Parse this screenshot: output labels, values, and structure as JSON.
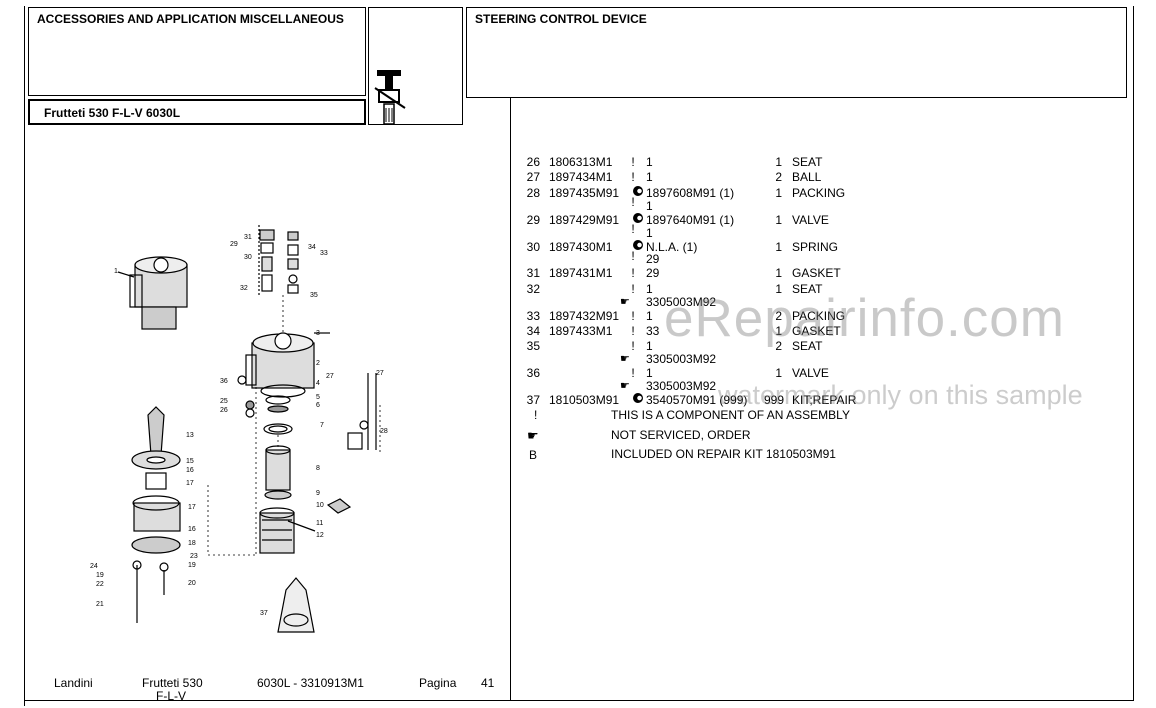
{
  "header": {
    "left_title": "ACCESSORIES AND APPLICATION MISCELLANEOUS",
    "right_title": "STEERING CONTROL DEVICE",
    "model": "Frutteti 530 F-L-V 6030L"
  },
  "parts": [
    {
      "num": "26",
      "part": "1806313M1",
      "mark": "!",
      "ref": "1",
      "qty": "1",
      "desc": "SEAT"
    },
    {
      "num": "27",
      "part": "1897434M1",
      "mark": "!",
      "ref": "1",
      "qty": "2",
      "desc": "BALL"
    },
    {
      "num": "28",
      "part": "1897435M91",
      "mark": "circle",
      "ref": "1897608M91  (1)",
      "qty": "1",
      "desc": "PACKING"
    },
    {
      "num": "29",
      "part": "1897429M91",
      "mark": "circle",
      "ref": "1897640M91  (1)",
      "qty": "1",
      "desc": "VALVE"
    },
    {
      "num": "30",
      "part": "1897430M1",
      "mark": "circle",
      "ref": "N.L.A.  (1)",
      "qty": "1",
      "desc": "SPRING"
    },
    {
      "num": "31",
      "part": "1897431M1",
      "mark": "!",
      "ref": "29",
      "qty": "1",
      "desc": "GASKET"
    },
    {
      "num": "32",
      "part": "",
      "mark": "!",
      "ref": "1",
      "qty": "1",
      "desc": "SEAT"
    },
    {
      "num": "33",
      "part": "1897432M91",
      "mark": "!",
      "ref": "1",
      "qty": "2",
      "desc": "PACKING"
    },
    {
      "num": "34",
      "part": "1897433M1",
      "mark": "!",
      "ref": "33",
      "qty": "1",
      "desc": "GASKET"
    },
    {
      "num": "35",
      "part": "",
      "mark": "!",
      "ref": "1",
      "qty": "2",
      "desc": "SEAT"
    },
    {
      "num": "36",
      "part": "",
      "mark": "!",
      "ref": "1",
      "qty": "1",
      "desc": "VALVE"
    },
    {
      "num": "37",
      "part": "1810503M91",
      "mark": "circle",
      "ref": "3540570M91  (999)",
      "qty": "999",
      "desc": "KIT;REPAIR"
    }
  ],
  "sublines": {
    "r28": "1",
    "r29": "1",
    "r30": "29",
    "r32": "3305003M92",
    "r35": "3305003M92",
    "r36": "3305003M92"
  },
  "legend": [
    {
      "sym": "!",
      "text": "THIS IS A COMPONENT OF AN ASSEMBLY"
    },
    {
      "sym": "arrow",
      "text": "NOT SERVICED, ORDER"
    },
    {
      "sym": "B",
      "text": "INCLUDED ON REPAIR KIT 1810503M91"
    }
  ],
  "watermark": {
    "main": "eRepairinfo.com",
    "sub": "watermark only on this sample"
  },
  "footer": {
    "brand": "Landini",
    "model_line1": "Frutteti 530",
    "model_line2": "F-L-V",
    "code": "6030L - 3310913M1",
    "page_label": "Pagina",
    "page_num": "41"
  },
  "diagram_labels": [
    "1",
    "3",
    "2",
    "4",
    "5",
    "6",
    "7",
    "8",
    "9",
    "10",
    "11",
    "12",
    "13",
    "15",
    "16",
    "17",
    "16",
    "18",
    "23",
    "19",
    "20",
    "21",
    "22",
    "25",
    "26",
    "27",
    "28",
    "29",
    "30",
    "31",
    "32",
    "33",
    "34",
    "35",
    "36",
    "37",
    "19",
    "22",
    "21"
  ]
}
